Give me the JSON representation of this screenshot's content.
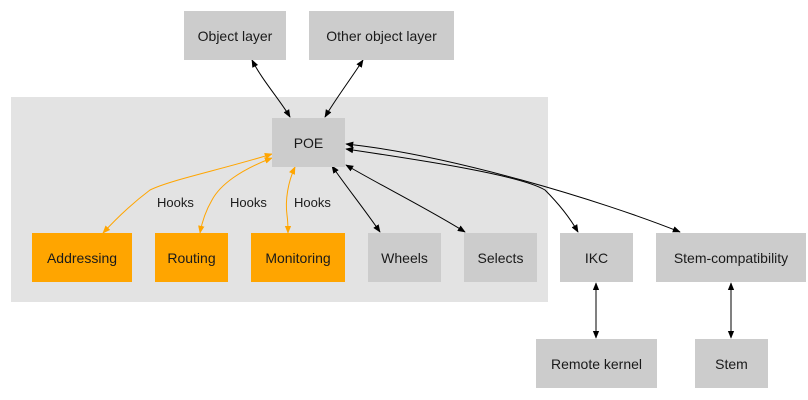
{
  "colors": {
    "cluster_bg": "#e3e3e3",
    "node_default": "#cccccc",
    "node_hook": "#ffa500",
    "edge_default": "#000000",
    "edge_hook": "#ffa500"
  },
  "nodes": {
    "object_layer": "Object layer",
    "other_object_layer": "Other object layer",
    "poe": "POE",
    "addressing": "Addressing",
    "routing": "Routing",
    "monitoring": "Monitoring",
    "wheels": "Wheels",
    "selects": "Selects",
    "ikc": "IKC",
    "stem_compatibility": "Stem-compatibility",
    "remote_kernel": "Remote kernel",
    "stem": "Stem"
  },
  "edge_labels": {
    "hooks_addressing": "Hooks",
    "hooks_routing": "Hooks",
    "hooks_monitoring": "Hooks"
  },
  "edges": [
    {
      "from": "Object layer",
      "to": "POE",
      "direction": "both"
    },
    {
      "from": "Other object layer",
      "to": "POE",
      "direction": "both"
    },
    {
      "from": "POE",
      "to": "Addressing",
      "direction": "both",
      "label": "Hooks",
      "style": "hook"
    },
    {
      "from": "POE",
      "to": "Routing",
      "direction": "both",
      "label": "Hooks",
      "style": "hook"
    },
    {
      "from": "POE",
      "to": "Monitoring",
      "direction": "both",
      "label": "Hooks",
      "style": "hook"
    },
    {
      "from": "POE",
      "to": "Wheels",
      "direction": "both"
    },
    {
      "from": "POE",
      "to": "Selects",
      "direction": "both"
    },
    {
      "from": "POE",
      "to": "IKC",
      "direction": "both"
    },
    {
      "from": "POE",
      "to": "Stem-compatibility",
      "direction": "both"
    },
    {
      "from": "IKC",
      "to": "Remote kernel",
      "direction": "both"
    },
    {
      "from": "Stem-compatibility",
      "to": "Stem",
      "direction": "both"
    }
  ]
}
